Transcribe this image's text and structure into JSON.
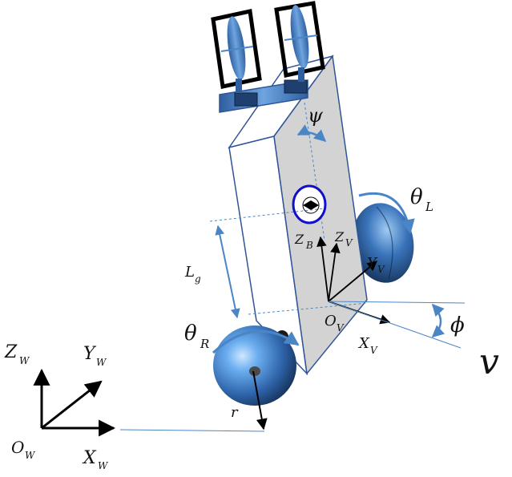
{
  "labels": {
    "psi": "ψ",
    "theta_L": "θ",
    "theta_L_sub": "L",
    "theta_R": "θ",
    "theta_R_sub": "R",
    "phi": "ϕ",
    "v": "v",
    "r": "r",
    "L_g": "L",
    "L_g_sub": "g",
    "Z_B": "Z",
    "Z_B_sub": "B",
    "Z_V": "Z",
    "Z_V_sub": "V",
    "Y_V": "Y",
    "Y_V_sub": "V",
    "X_V": "X",
    "X_V_sub": "V",
    "O_V": "O",
    "O_V_sub": "V",
    "Z_W": "Z",
    "Z_W_sub": "W",
    "Y_W": "Y",
    "Y_W_sub": "W",
    "X_W": "X",
    "X_W_sub": "W",
    "O_W": "O",
    "O_W_sub": "W"
  },
  "colors": {
    "body_fill": "#d3d3d3",
    "outline": "#2f5597",
    "accent_blue": "#4a86c5",
    "wheel_dark": "#1d3b66",
    "wheel_light": "#7fb8ee",
    "cog_ring": "#1010c8",
    "frame_black": "#000000"
  }
}
